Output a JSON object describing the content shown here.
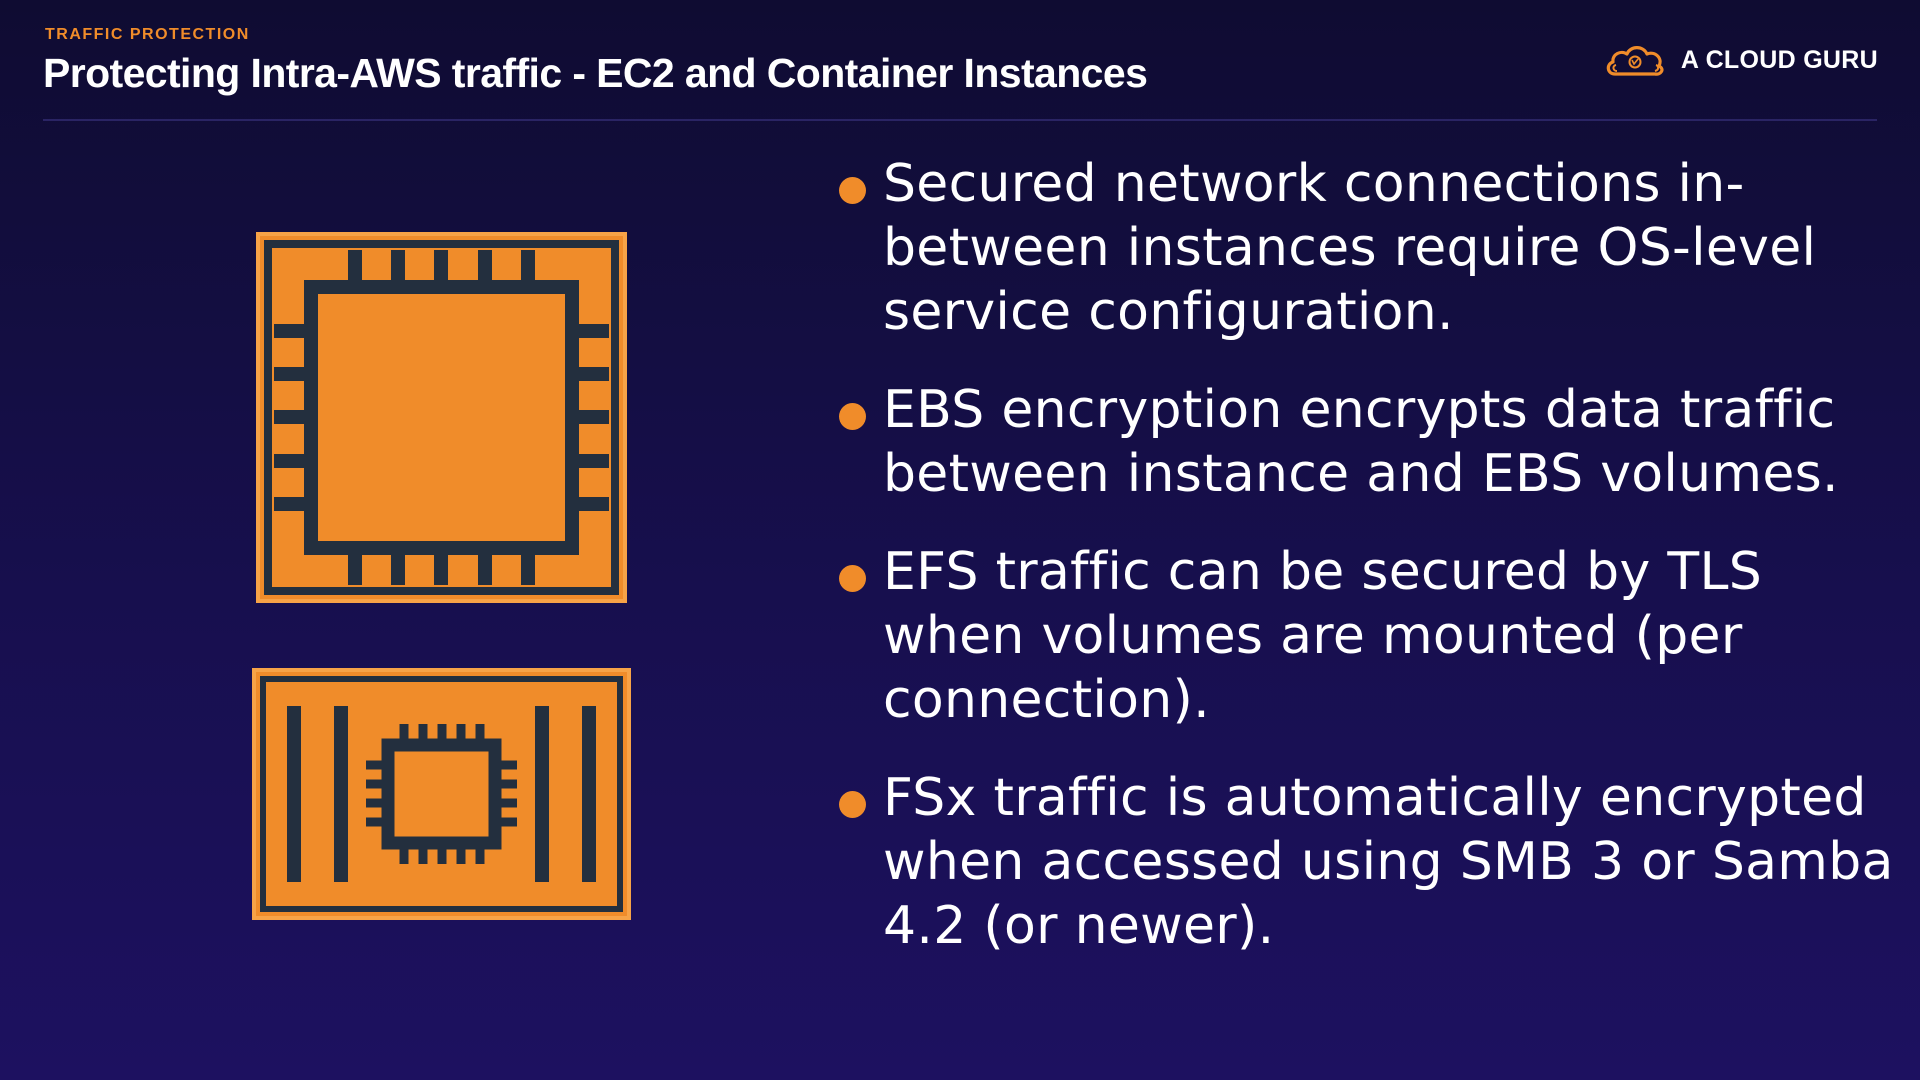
{
  "header": {
    "eyebrow": "TRAFFIC PROTECTION",
    "title": "Protecting Intra-AWS traffic - EC2 and Container Instances"
  },
  "brand": {
    "name": "A CLOUD GURU",
    "logo_icon": "cloud-logo-icon"
  },
  "icons": {
    "ec2": "ec2-instance-icon",
    "container": "container-instance-icon"
  },
  "bullets": [
    "Secured network connections in-between instances require OS-level service configuration.",
    "EBS encryption encrypts data traffic between instance and EBS volumes.",
    "EFS traffic can be secured by TLS when volumes are mounted (per connection).",
    "FSx traffic is automatically encrypted when accessed using SMB 3 or Samba 4.2 (or newer)."
  ],
  "colors": {
    "accent": "#f08c2a",
    "background": "#140e42",
    "icon_stroke": "#232f3e"
  }
}
